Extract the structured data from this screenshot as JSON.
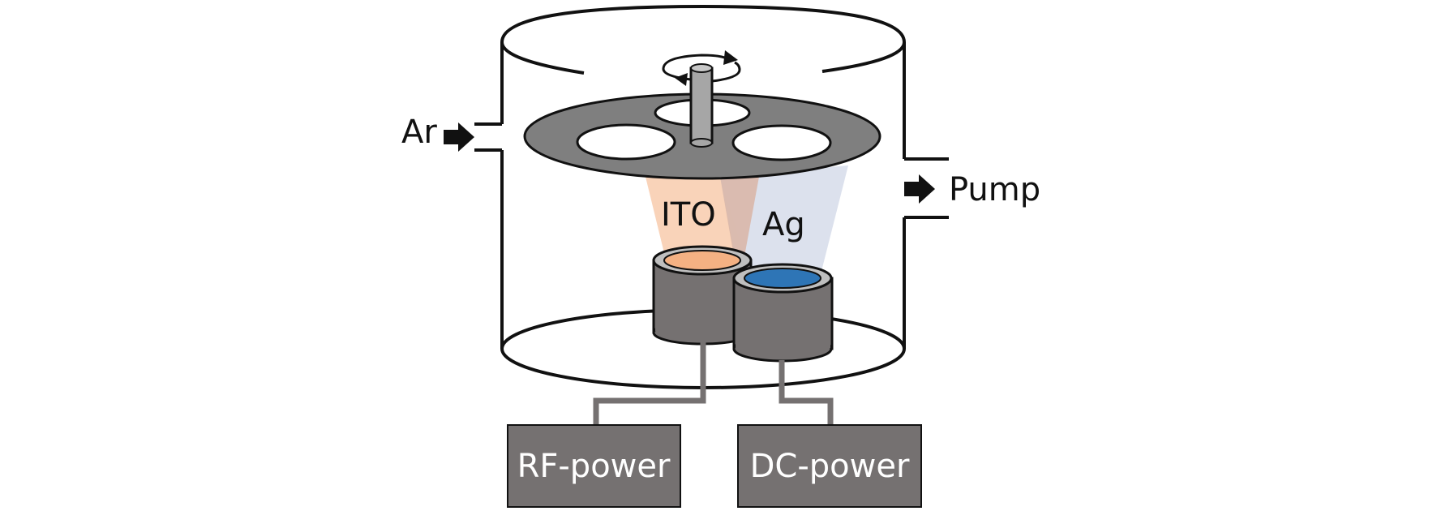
{
  "labels": {
    "gas_inlet": "Ar",
    "exhaust": "Pump",
    "target_ito": "ITO",
    "target_ag": "Ag",
    "rf_supply": "RF-power",
    "dc_supply": "DC-power"
  },
  "colors": {
    "ito_target": "#f4b183",
    "ito_plume": "#f8cbad",
    "ag_target": "#2e75b6",
    "ag_plume": "#d6dcea",
    "equipment_gray": "#757171",
    "holder_gray": "#7f7f7f",
    "outline": "#111111"
  }
}
